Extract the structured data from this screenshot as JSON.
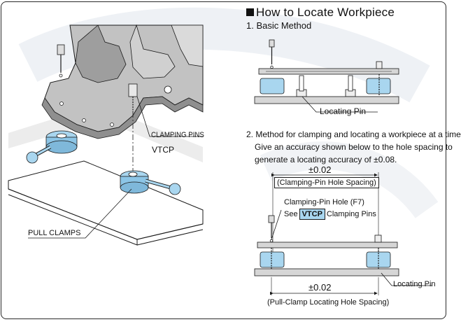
{
  "heading": {
    "title": "How to Locate Workpiece"
  },
  "method1": {
    "title": "1. Basic Method",
    "locating_pin_label": "Locating Pin"
  },
  "method2": {
    "lines": [
      "2. Method for clamping and locating a workpiece at a time",
      "Give an accuracy shown below to the hole spacing to",
      "generate a locating accuracy of ±0.08."
    ],
    "top_tolerance": "±0.02",
    "top_spacing_label": "(Clamping-Pin Hole Spacing)",
    "hole_label": "Clamping-Pin Hole (F7)",
    "see_prefix": "See",
    "see_product": "VTCP",
    "see_suffix": "Clamping Pins",
    "bottom_tolerance": "±0.02",
    "bottom_spacing_label": "(Pull-Clamp Locating Hole Spacing)",
    "locating_pin_label": "Locating Pin"
  },
  "left_figure": {
    "clamping_pins_label": "CLAMPING PINS",
    "vtcp_label": "VTCP",
    "pull_clamps_label": "PULL CLAMPS"
  },
  "colors": {
    "clamp_blue": "#a9d6ef",
    "machine_gray": "#b8b8b8",
    "plate_gray": "#d6d6d6",
    "line": "#1a1a1a"
  }
}
